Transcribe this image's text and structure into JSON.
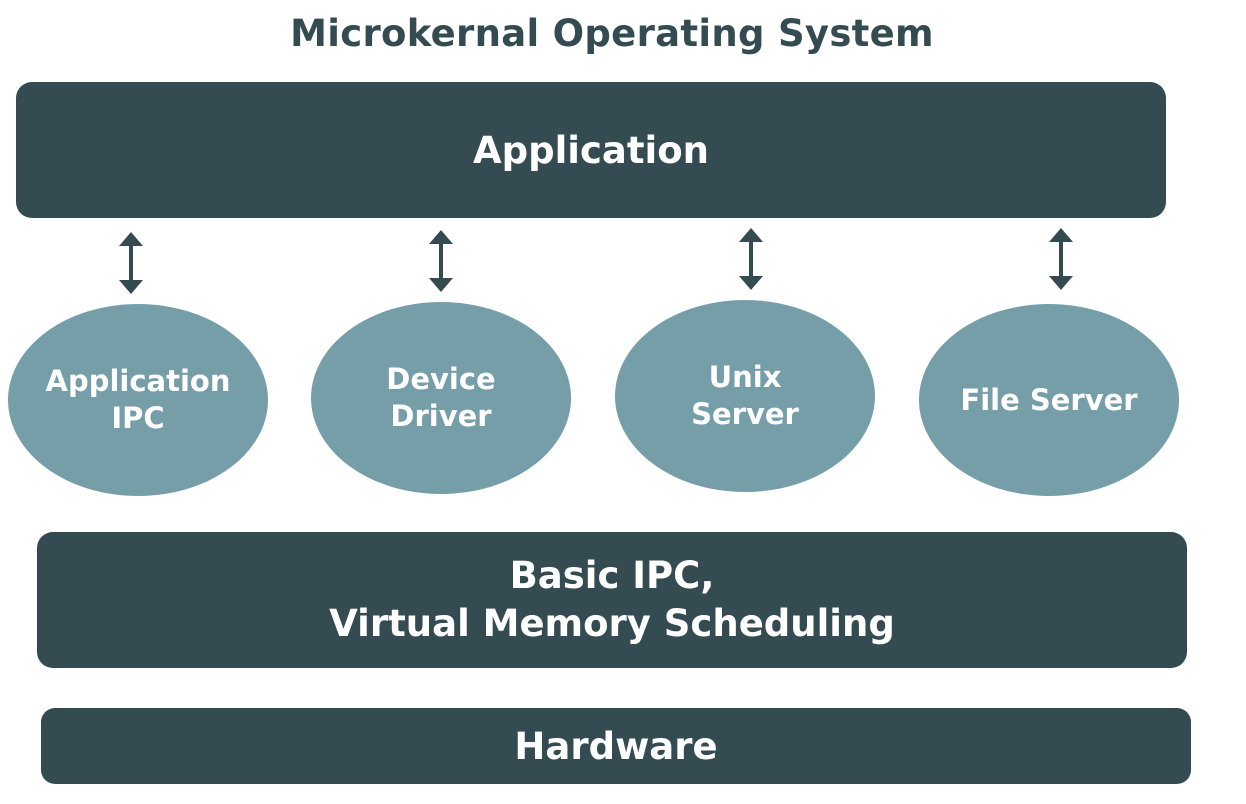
{
  "title": "Microkernal Operating System",
  "application_layer": {
    "label": "Application"
  },
  "servers": [
    {
      "lines": [
        "Application",
        "IPC"
      ]
    },
    {
      "lines": [
        "Device",
        "Driver"
      ]
    },
    {
      "lines": [
        "Unix",
        "Server"
      ]
    },
    {
      "lines": [
        "File Server"
      ]
    }
  ],
  "kernel_layer": {
    "lines": [
      "Basic IPC,",
      "Virtual Memory Scheduling"
    ]
  },
  "hardware_layer": {
    "label": "Hardware"
  },
  "colors": {
    "dark_box": "#354b52",
    "ellipse": "#759ea9",
    "text_light": "#ffffff",
    "title_text": "#354b52"
  }
}
